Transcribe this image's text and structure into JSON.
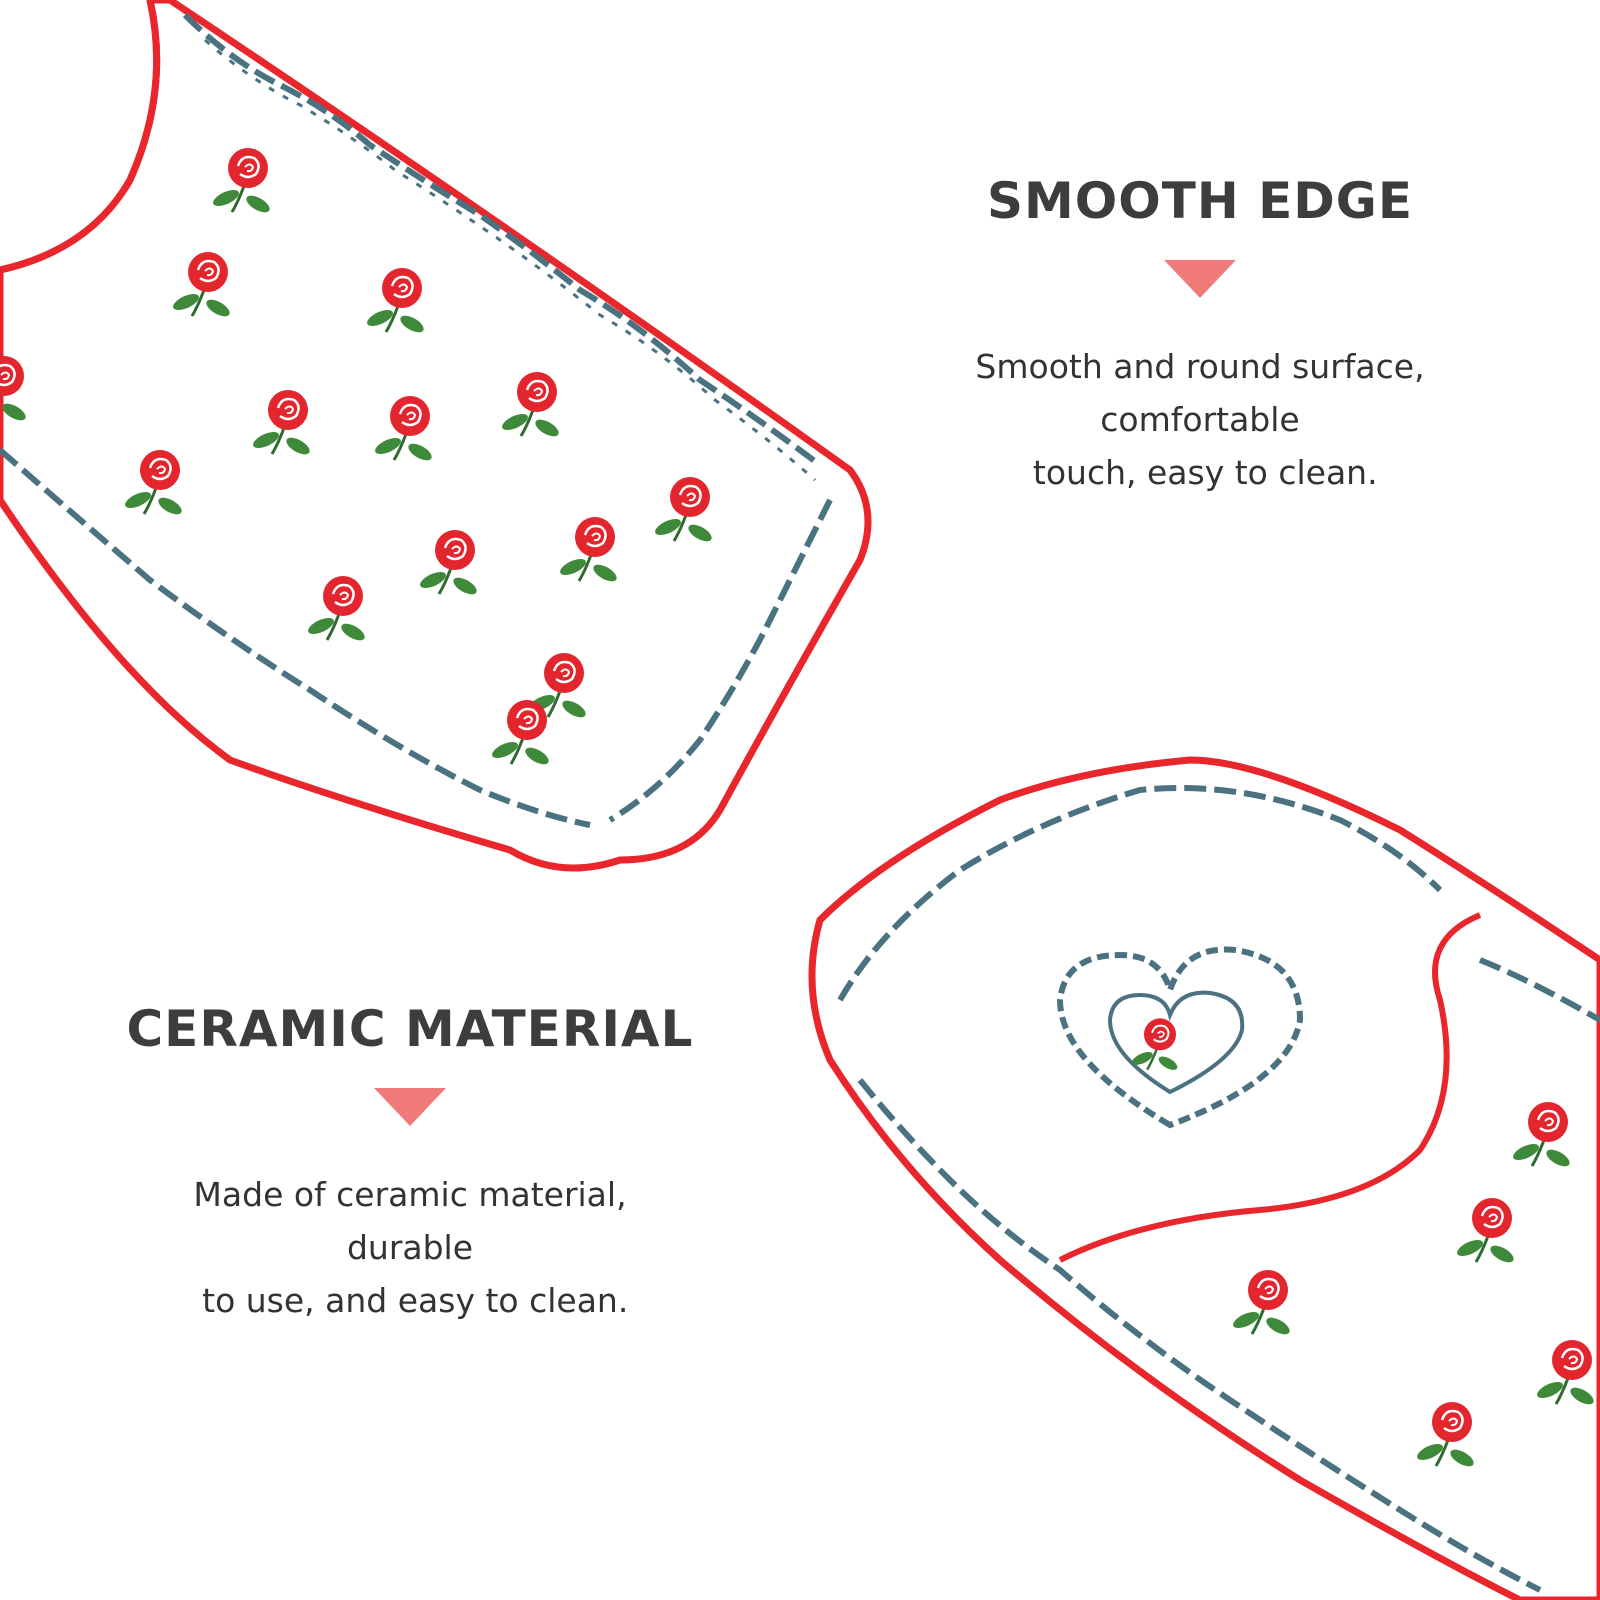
{
  "features": {
    "smooth": {
      "title": "SMOOTH EDGE",
      "lines": [
        "Smooth and round surface,",
        "comfortable",
        " touch, easy to clean."
      ]
    },
    "ceramic": {
      "title": "CERAMIC MATERIAL",
      "lines": [
        "Made of ceramic material,",
        "durable",
        " to use, and easy to clean."
      ]
    }
  },
  "colors": {
    "accent_arrow": "#f07a7a",
    "rim_red": "#e8262b",
    "lace_blue": "#4a7280",
    "rose_red": "#e3252e",
    "leaf_green": "#3f8a3a",
    "title_text": "#3d3d3d"
  }
}
